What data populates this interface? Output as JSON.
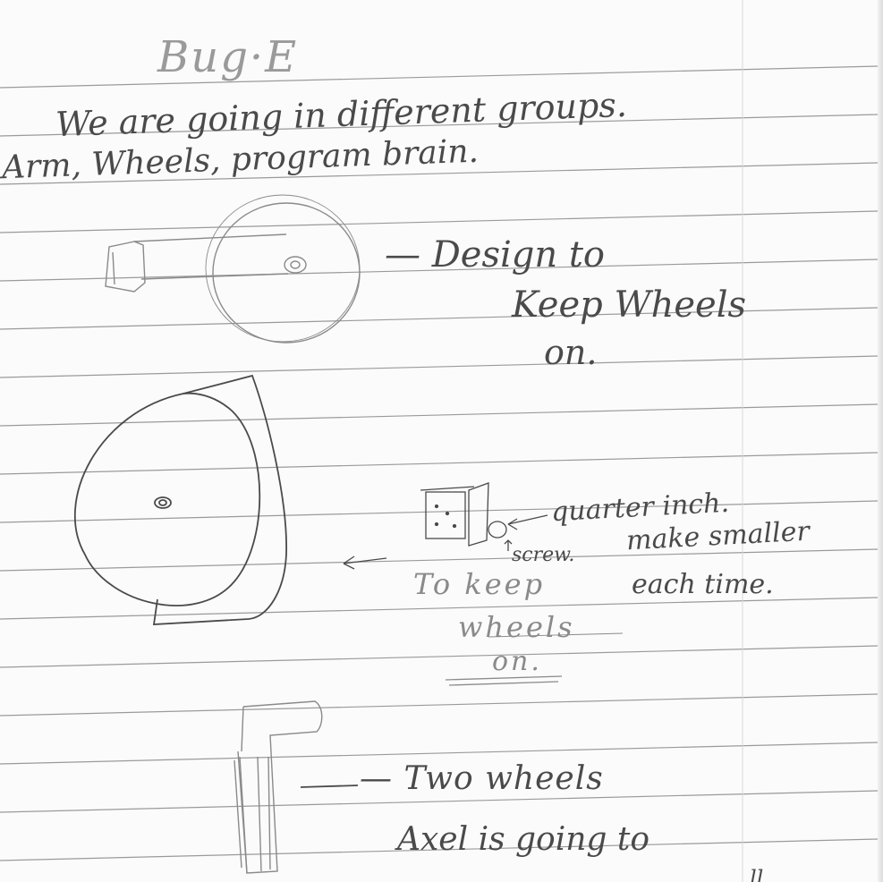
{
  "note": {
    "title": "Bug·E",
    "lines": {
      "groups": "We are going in different groups.",
      "team_roles": "Arm, Wheels, program brain."
    },
    "sketch1_caption": [
      "— Design to",
      "Keep Wheels",
      "on."
    ],
    "sketch2_labels": {
      "quarter_inch": "quarter inch.",
      "make_smaller": "make smaller",
      "each_time": "each time.",
      "screw": "screw.",
      "to_keep": "To keep",
      "wheels": "wheels",
      "on": "on."
    },
    "sketch3_caption": "— Two wheels",
    "axel_line": "Axel is going to",
    "cut_off_text": "ll..."
  },
  "colors": {
    "paper": "#fbfbfb",
    "rule_line": "#9a9a9a",
    "margin_line": "#d8d8d8",
    "pen_ink": "#4a4a4a",
    "pencil": "#8a8a8a"
  }
}
